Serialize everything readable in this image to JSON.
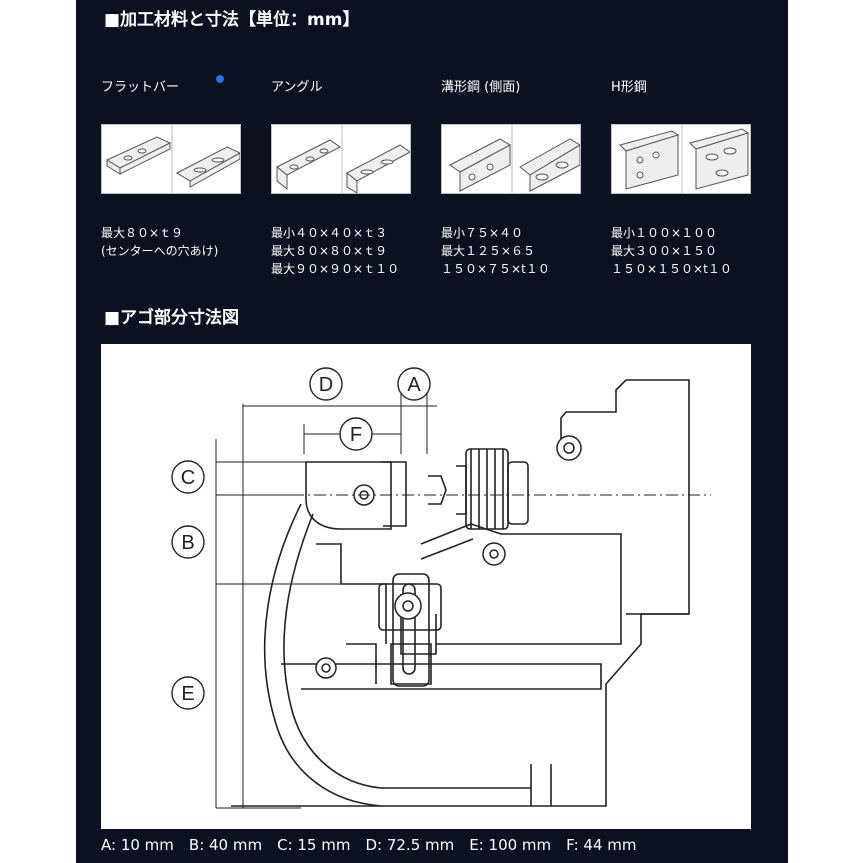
{
  "section1_title": "■加工材料と寸法【単位：mm】",
  "materials": [
    {
      "name": "フラットバー",
      "specs": [
        "最大８０×ｔ９",
        "(センターへの穴あけ)"
      ]
    },
    {
      "name": "アングル",
      "specs": [
        "最小４０×４０×ｔ３",
        "最大８０×８０×ｔ９",
        "最大９０×９０×ｔ１０"
      ]
    },
    {
      "name": "溝形鋼 (側面)",
      "specs": [
        "最小７５×４０",
        "最大１２５×６５",
        "１５０×７５×t１０"
      ]
    },
    {
      "name": "H形鋼",
      "specs": [
        "最小１００×１００",
        "最大３００×１５０",
        "１５０×１５０×t１０"
      ]
    }
  ],
  "section2_title": "■アゴ部分寸法図",
  "diagram_labels": {
    "A": "A",
    "B": "B",
    "C": "C",
    "D": "D",
    "E": "E",
    "F": "F"
  },
  "dimensions_text": "A: 10 mm　B: 40 mm　C: 15 mm　D: 72.5 mm　E: 100 mm　F: 44 mm",
  "colors": {
    "panel_bg": "#0b1120",
    "text": "#ffffff",
    "dot": "#2f6fe4"
  }
}
